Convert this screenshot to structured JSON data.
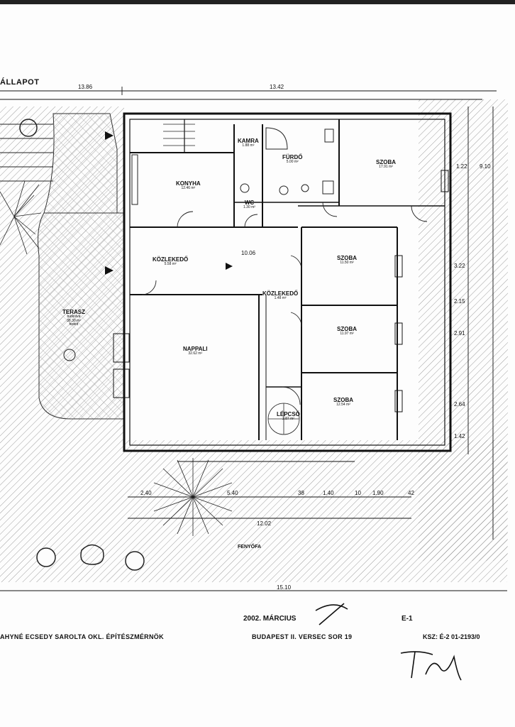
{
  "title": "ÁLLAPOT",
  "rooms": {
    "kamra": {
      "name": "KAMRA",
      "area": "1.88 m²"
    },
    "furdo": {
      "name": "FÜRDŐ",
      "area": "5.00 m²"
    },
    "szoba1": {
      "name": "SZOBA",
      "area": "17.91 m²"
    },
    "konyha": {
      "name": "KONYHA",
      "area": "12.46 m²"
    },
    "wc": {
      "name": "WC",
      "area": "1.30 m²"
    },
    "kozlekedo1": {
      "name": "KÖZLEKEDŐ",
      "area": "5.58 m²"
    },
    "szoba2": {
      "name": "SZOBA",
      "area": "11.50 m²"
    },
    "nappali": {
      "name": "NAPPALI",
      "area": "32.62 m²"
    },
    "kozlekedo2": {
      "name": "KÖZLEKEDŐ",
      "area": "1.48 m²"
    },
    "szoba3": {
      "name": "SZOBA",
      "area": "11.97 m²"
    },
    "szoba4": {
      "name": "SZOBA",
      "area": "12.54 m²"
    },
    "lepcso": {
      "name": "LÉPCSŐ",
      "area": "2.87 m²"
    },
    "terasz": {
      "name": "TERASZ",
      "line1": "burkolva",
      "area": "38.30 m²",
      "line3": "fedett"
    }
  },
  "dims": {
    "top_left": "13.86",
    "top_main": "13.42",
    "bottom_total": "12.02",
    "bottom_overall": "15.10",
    "bottom_chain": [
      "2.40",
      "5.40",
      "38",
      "1.40",
      "10",
      "1.90",
      "42"
    ],
    "right_chain": [
      "1.22",
      "9.10",
      "3.22",
      "2.91",
      "2.15",
      "2.64",
      "1.42"
    ],
    "hall": "10.06"
  },
  "labels": {
    "fence": "FENYŐFA",
    "date": "2002. MÁRCIUS",
    "sheet": "E-1",
    "architect": "AHYNÉ ECSEDY SAROLTA OKL. ÉPÍTÉSZMÉRNÖK",
    "address": "BUDAPEST II. VERSEC SOR 19",
    "license": "KSZ: É-2 01-2193/0"
  },
  "colors": {
    "ink": "#1a1a1a",
    "hatch": "#6a6a6a",
    "paper": "#fdfdfd"
  }
}
